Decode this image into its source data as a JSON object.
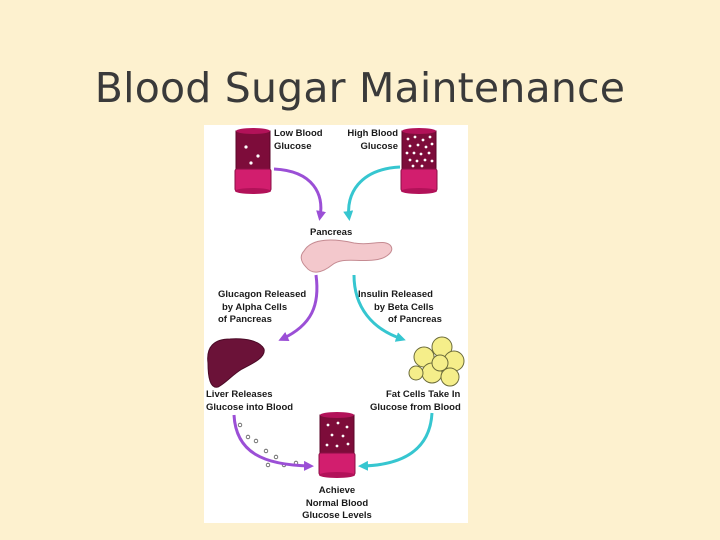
{
  "slide": {
    "title": "Blood Sugar Maintenance"
  },
  "labels": {
    "low_glucose": [
      "Low Blood",
      "Glucose"
    ],
    "high_glucose": [
      "High Blood",
      "Glucose"
    ],
    "pancreas": [
      "Pancreas"
    ],
    "glucagon": [
      "Glucagon Released",
      "by Alpha Cells",
      "of Pancreas"
    ],
    "insulin": [
      "Insulin Released",
      "by Beta Cells",
      "of Pancreas"
    ],
    "liver": [
      "Liver Releases",
      "Glucose into Blood"
    ],
    "fat": [
      "Fat Cells Take In",
      "Glucose from Blood"
    ],
    "normal": [
      "Achieve",
      "Normal Blood",
      "Glucose Levels"
    ]
  },
  "colors": {
    "background": "#fdf1cf",
    "glucagon_arrow": "#9b4fd6",
    "insulin_arrow": "#36c6d0",
    "tube": "#d21e6e",
    "blood": "#7d0c3a",
    "liver": "#6b1238",
    "pancreas": "#f3c8cc",
    "fat_cell": "#f5ee8a"
  }
}
